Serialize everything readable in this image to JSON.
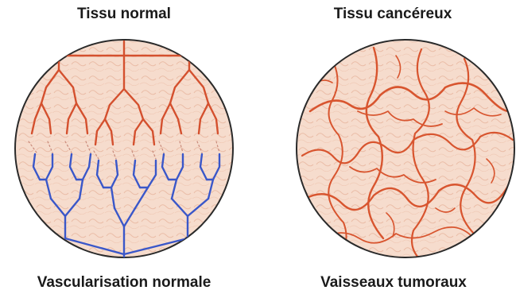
{
  "panels": {
    "left": {
      "title": "Tissu normal",
      "caption": "Vascularisation normale"
    },
    "right": {
      "title": "Tissu cancéreux",
      "caption": "Vaisseaux tumoraux"
    }
  },
  "colors": {
    "tissue": "#f6dccd",
    "tissue_edge": "#2a2a2a",
    "artery": "#d4502e",
    "vein": "#3a57c9",
    "tumor_vessel": "#d8552f"
  }
}
